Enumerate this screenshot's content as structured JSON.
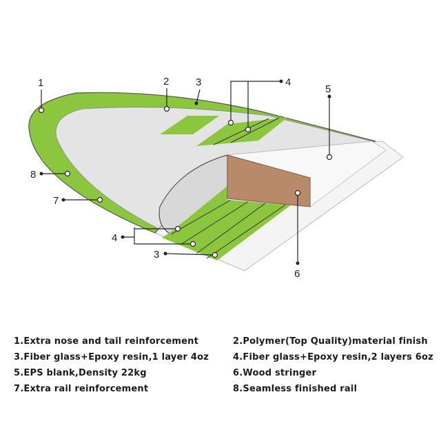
{
  "callouts": {
    "c1": "1",
    "c2": "2",
    "c3a": "3",
    "c4a": "4",
    "c5": "5",
    "c6": "6",
    "c7": "7",
    "c8": "8",
    "c4b": "4",
    "c3b": "3"
  },
  "legend": [
    [
      "1.Extra nose and tail reinforcement",
      "2.Polymer(Top Quality)material finish"
    ],
    [
      "3.Fiber glass+Epoxy resin,1 layer 4oz",
      "4.Fiber glass+Epoxy resin,2 layers 6oz"
    ],
    [
      "5.EPS blank,Density 22kg",
      "6.Wood stringer"
    ],
    [
      "7.Extra rail reinforcement",
      "8.Seamless finished rail"
    ]
  ],
  "colors": {
    "green": "#8cc63f",
    "board_grey": "#e2e2e2",
    "foam_white": "#f4f4f4",
    "stringer_brown": "#b98a6a",
    "outline": "#444444"
  }
}
